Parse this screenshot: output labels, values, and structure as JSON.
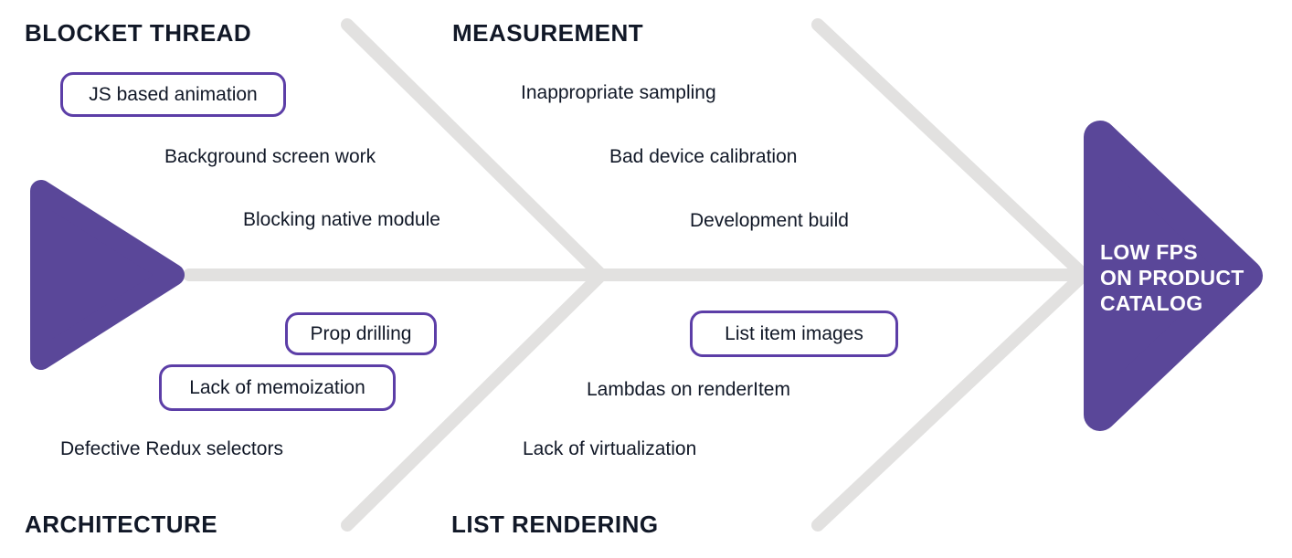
{
  "diagram_type": "fishbone-cause-effect",
  "effect": {
    "label": "LOW FPS ON PRODUCT CATALOG",
    "lines": [
      "LOW FPS",
      "ON PRODUCT",
      "CATALOG"
    ]
  },
  "categories": [
    {
      "name": "BLOCKET THREAD",
      "position": "top-left",
      "causes": [
        {
          "label": "JS based animation",
          "boxed": true
        },
        {
          "label": "Background screen work",
          "boxed": false
        },
        {
          "label": "Blocking native module",
          "boxed": false
        }
      ]
    },
    {
      "name": "MEASUREMENT",
      "position": "top-middle",
      "causes": [
        {
          "label": "Inappropriate sampling",
          "boxed": false
        },
        {
          "label": "Bad device calibration",
          "boxed": false
        },
        {
          "label": "Development build",
          "boxed": false
        }
      ]
    },
    {
      "name": "ARCHITECTURE",
      "position": "bottom-left",
      "causes": [
        {
          "label": "Prop drilling",
          "boxed": true
        },
        {
          "label": "Lack of memoization",
          "boxed": true
        },
        {
          "label": "Defective Redux selectors",
          "boxed": false
        }
      ]
    },
    {
      "name": "LIST RENDERING",
      "position": "bottom-middle",
      "causes": [
        {
          "label": "List item images",
          "boxed": true
        },
        {
          "label": "Lambdas on renderItem",
          "boxed": false
        },
        {
          "label": "Lack of virtualization",
          "boxed": false
        }
      ]
    }
  ],
  "colors": {
    "background": "#ffffff",
    "accent": "#5a4799",
    "bone": "#e2e1e0",
    "ink": "#111827",
    "box_border": "#5c3ea7",
    "effect_text": "#ffffff"
  }
}
